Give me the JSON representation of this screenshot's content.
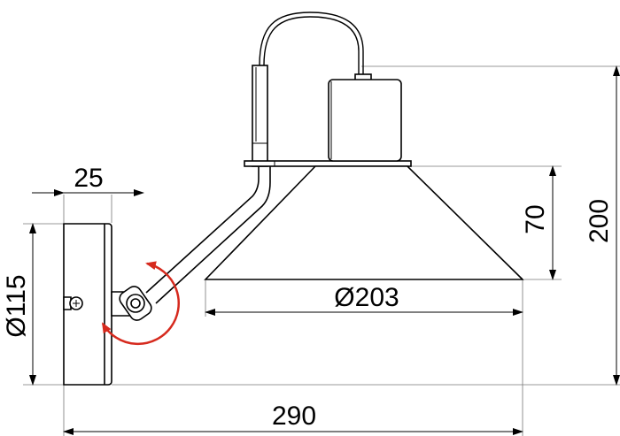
{
  "dimensions": {
    "backplate_depth": "25",
    "backplate_diameter": "Ø115",
    "shade_diameter": "Ø203",
    "shade_height": "70",
    "total_height": "200",
    "total_width": "290"
  },
  "colors": {
    "line": "#000000",
    "extension_line": "#777777",
    "rotation_arrow": "#d62a1e"
  },
  "icons": [
    "rotation-arrow-icon",
    "screw-icon"
  ]
}
